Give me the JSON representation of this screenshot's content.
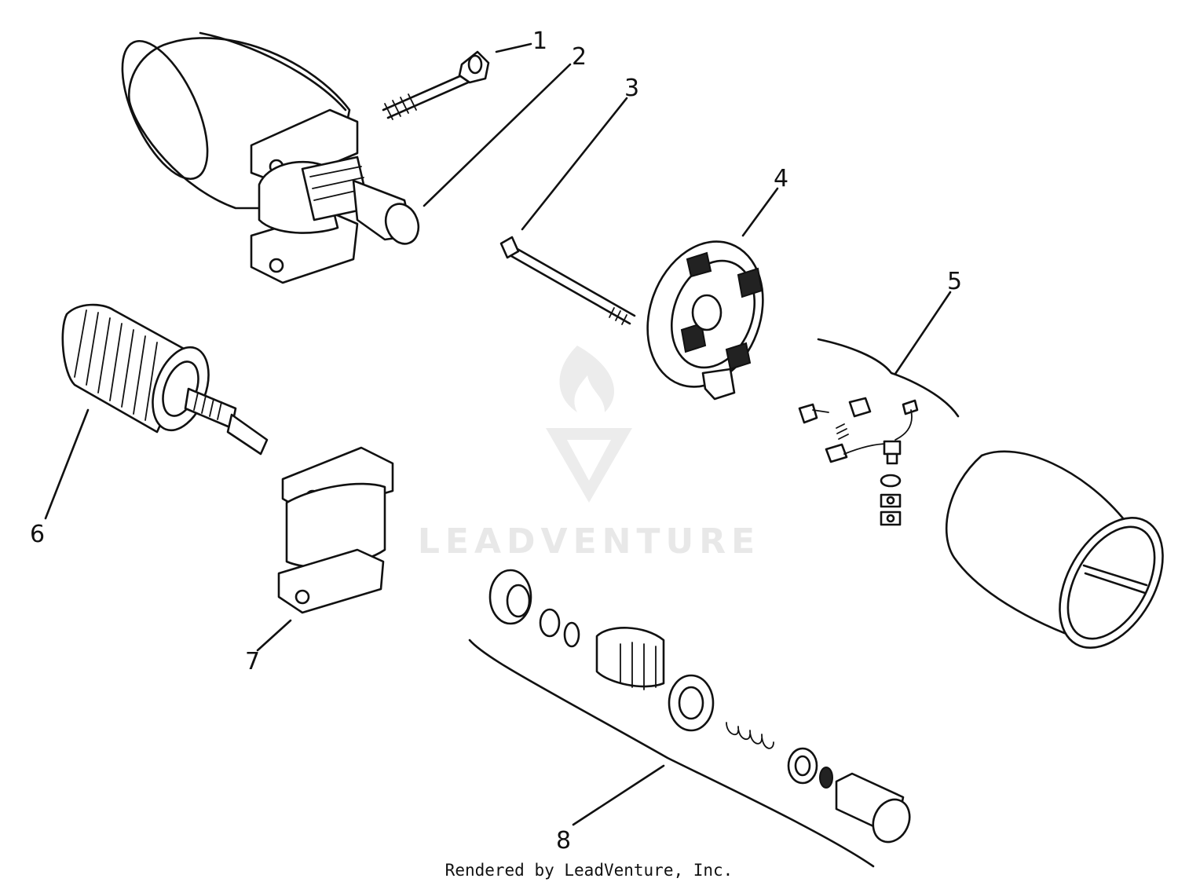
{
  "diagram": {
    "callouts": [
      {
        "id": "1",
        "label": "1"
      },
      {
        "id": "2",
        "label": "2"
      },
      {
        "id": "3",
        "label": "3"
      },
      {
        "id": "4",
        "label": "4"
      },
      {
        "id": "5",
        "label": "5"
      },
      {
        "id": "6",
        "label": "6"
      },
      {
        "id": "7",
        "label": "7"
      },
      {
        "id": "8",
        "label": "8"
      }
    ],
    "watermark": "LEADVENTURE",
    "caption": "Rendered by LeadVenture, Inc."
  }
}
